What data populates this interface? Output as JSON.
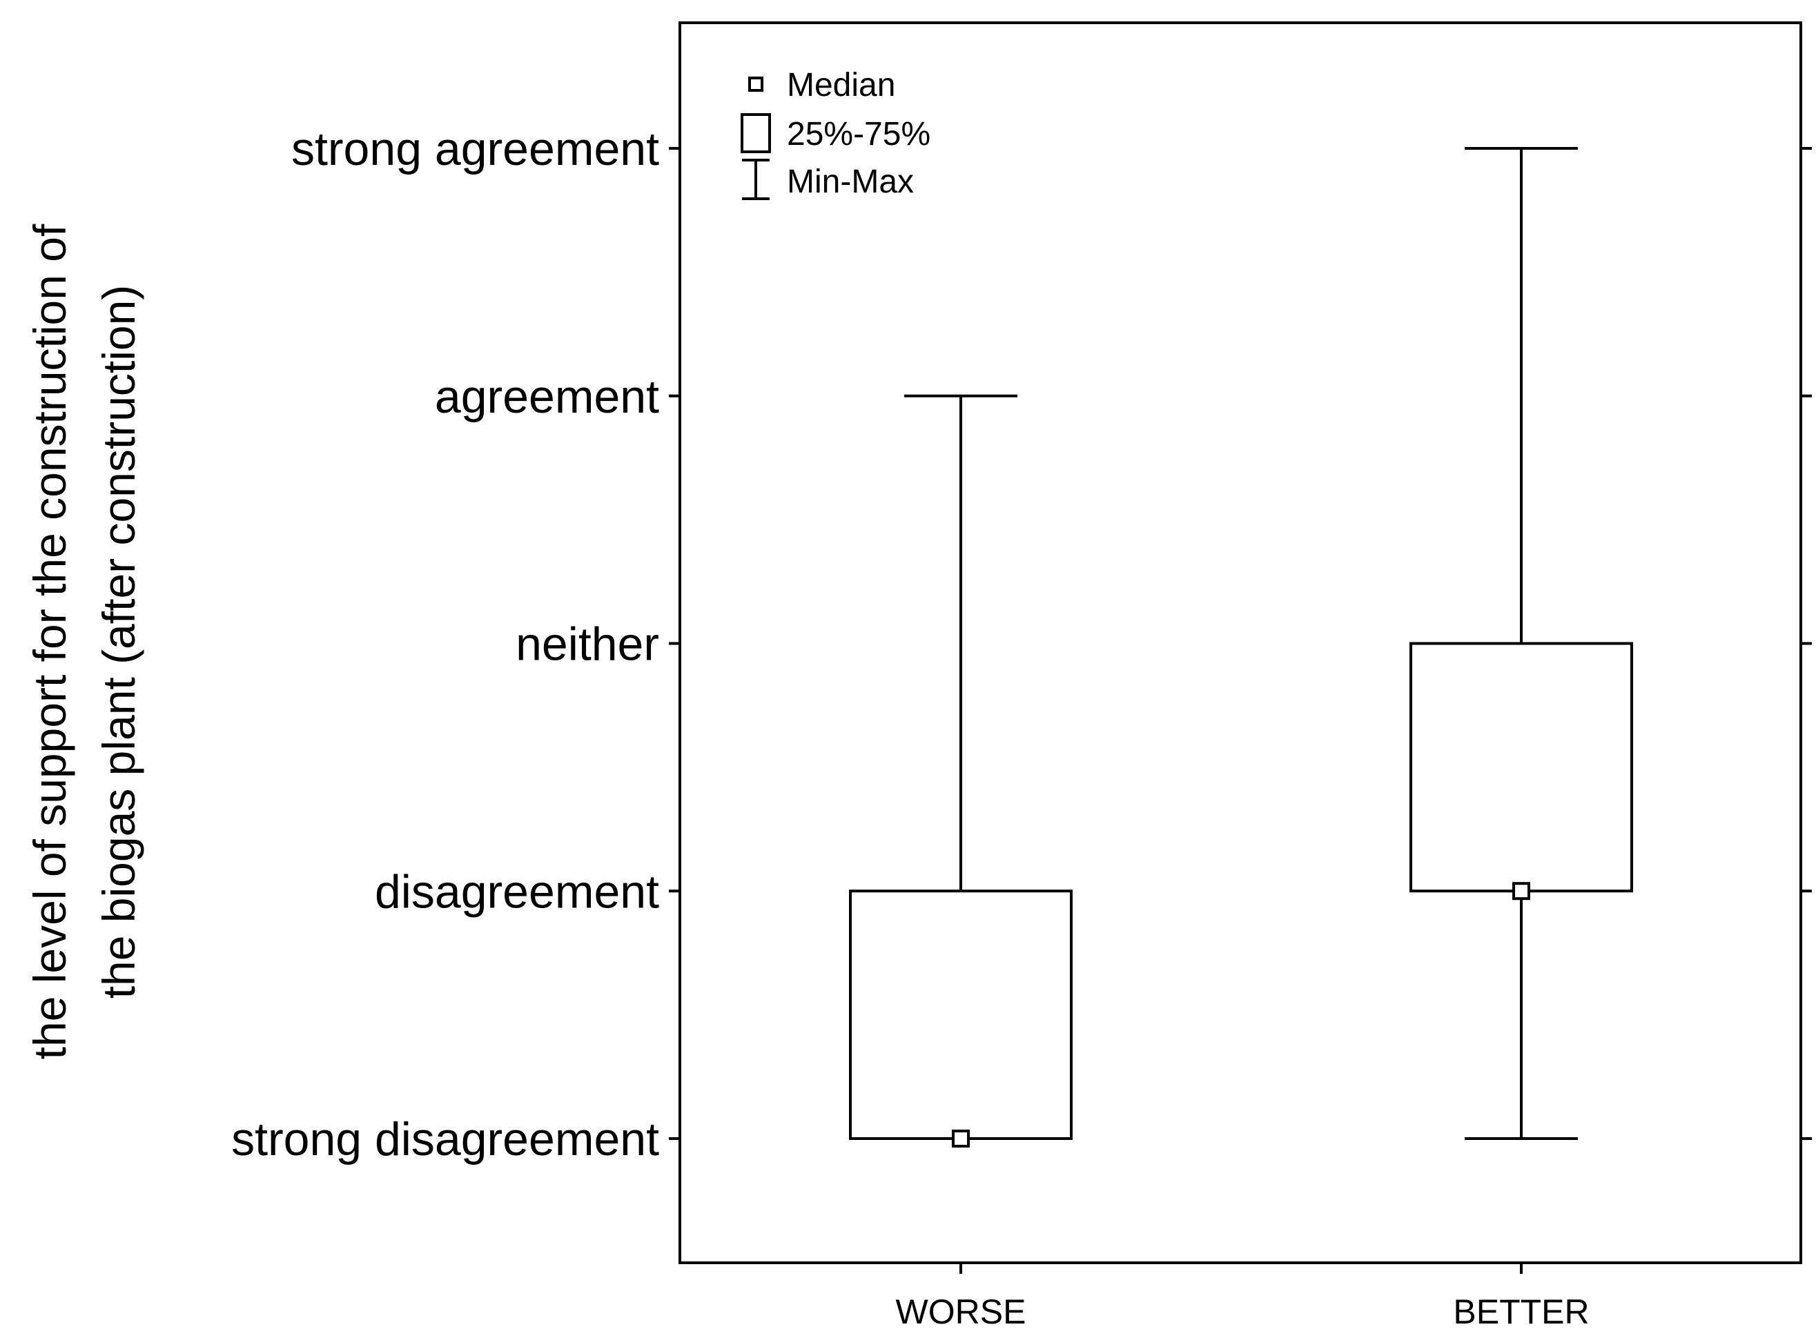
{
  "chart_data": {
    "type": "box",
    "categories": [
      "WORSE",
      "BETTER"
    ],
    "y_levels": [
      "strong disagreement",
      "disagreement",
      "neither",
      "agreement",
      "strong agreement"
    ],
    "ylim": [
      0.5,
      5.5
    ],
    "ylabel_line1": "the level of support for the construction of",
    "ylabel_line2": "the biogas plant (after construction)",
    "legend": {
      "position": "top-left",
      "entries": [
        {
          "symbol": "median",
          "label": "Median"
        },
        {
          "symbol": "box",
          "label": "25%-75%"
        },
        {
          "symbol": "whisker",
          "label": "Min-Max"
        }
      ]
    },
    "series": [
      {
        "category": "WORSE",
        "min": 1,
        "q1": 1,
        "median": 1,
        "q3": 2,
        "max": 4
      },
      {
        "category": "BETTER",
        "min": 1,
        "q1": 2,
        "median": 2,
        "q3": 3,
        "max": 5
      }
    ],
    "colors": {
      "stroke": "#000000",
      "fill": "#ffffff"
    }
  }
}
